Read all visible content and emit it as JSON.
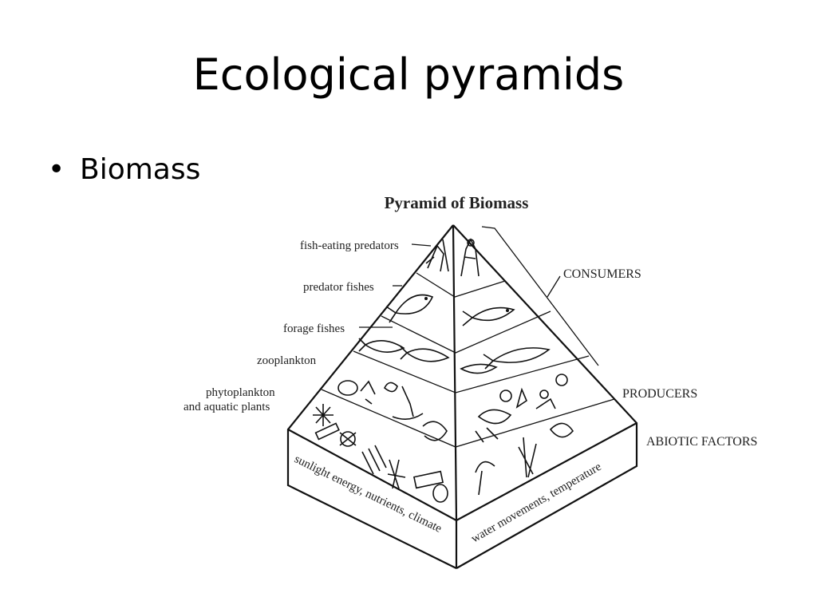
{
  "slide": {
    "title": "Ecological pyramids",
    "bullet_symbol": "•",
    "bullet_text": "Biomass"
  },
  "figure": {
    "title": "Pyramid of Biomass",
    "tier_labels": {
      "fish_eating_predators": "fish-eating predators",
      "predator_fishes": "predator fishes",
      "forage_fishes": "forage fishes",
      "zooplankton": "zooplankton",
      "phytoplankton_line1": "phytoplankton",
      "phytoplankton_line2": "and aquatic plants"
    },
    "group_labels": {
      "consumers": "CONSUMERS",
      "producers": "PRODUCERS",
      "abiotic": "ABIOTIC FACTORS"
    },
    "base_text": {
      "left_face": "sunlight energy, nutrients, climate",
      "right_face": "water movements, temperature"
    }
  }
}
